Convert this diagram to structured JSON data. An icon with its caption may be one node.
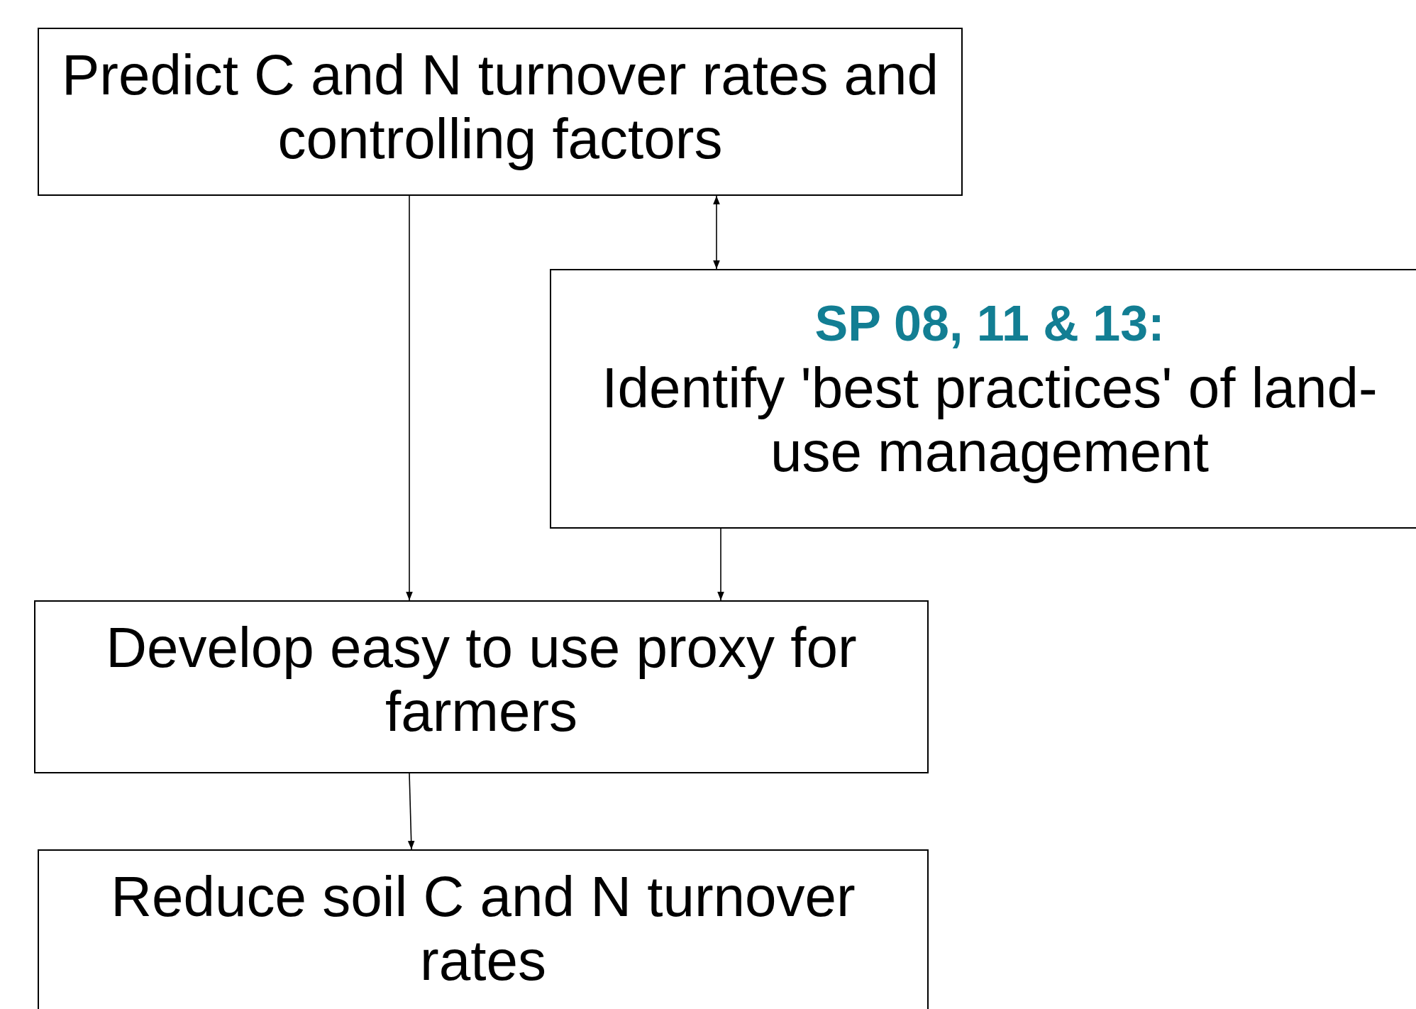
{
  "diagram": {
    "nodes": [
      {
        "text": [
          "Predict C and N turnover rates and controlling factors"
        ]
      },
      {
        "text": [
          "SP 08, 11 & 13:",
          "Identify 'best practices' of land-use management"
        ]
      },
      {
        "text": [
          "Develop easy to use proxy for farmers"
        ]
      },
      {
        "text": [
          "Reduce soil C and N turnover rates"
        ]
      }
    ],
    "edges": [
      {
        "from": 0,
        "to": 2,
        "arrow": "to"
      },
      {
        "from": 0,
        "to": 1,
        "arrow": "both"
      },
      {
        "from": 1,
        "to": 2,
        "arrow": "to"
      },
      {
        "from": 2,
        "to": 3,
        "arrow": "to"
      }
    ]
  }
}
